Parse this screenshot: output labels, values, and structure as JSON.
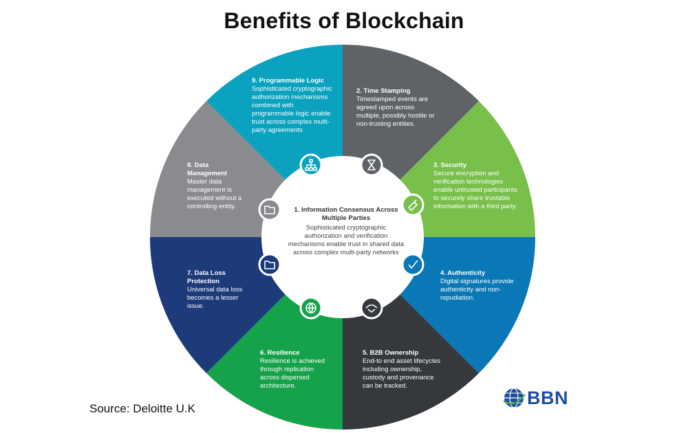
{
  "title": "Benefits of Blockchain",
  "source": "Source: Deloitte U.K",
  "logo_text": "BBN",
  "center": {
    "title": "1. Information Consensus Across Multiple Parties",
    "description": "Sophisticated cryptographic authorization and verification mechanisms enable trust in shared data across complex multi-party networks"
  },
  "segments": [
    {
      "title": "2. Time Stamping",
      "description": "Timestamped events are agreed upon across multiple, possibly hostile or non-trusting entities.",
      "color": "#5f6367",
      "icon": "hourglass-icon"
    },
    {
      "title": "3. Security",
      "description": "Secure encryption and verification technologies enable untrusted participants to securely share trustable information with a third party.",
      "color": "#78bf4b",
      "icon": "shield-key-icon"
    },
    {
      "title": "4. Authenticity",
      "description": "Digital signatures provide authenticity and non-repudiation.",
      "color": "#0a77b6",
      "icon": "checkmark-icon"
    },
    {
      "title": "5. B2B Ownership",
      "description": "End-to end asset lifecycles including ownership, custody and provenance can be tracked.",
      "color": "#35383d",
      "icon": "handshake-icon"
    },
    {
      "title": "6. Resilience",
      "description": "Resilience is achieved through replication across dispersed architecture.",
      "color": "#15a24a",
      "icon": "globe-icon"
    },
    {
      "title": "7. Data Loss Protection",
      "description": "Universal data loss becomes a lesser issue.",
      "color": "#1d3a7a",
      "icon": "folder-icon"
    },
    {
      "title": "8. Data Management",
      "description": "Master data management is executed without a controlling entity.",
      "color": "#8a8b8e",
      "icon": "folder-outline-icon"
    },
    {
      "title": "9. Programmable Logic",
      "description": "Sophisticated cryptographic authorization mechanisms combined with programmable logic enable trust across complex multi-party agreements",
      "color": "#0aa2bf",
      "icon": "hierarchy-icon"
    }
  ]
}
